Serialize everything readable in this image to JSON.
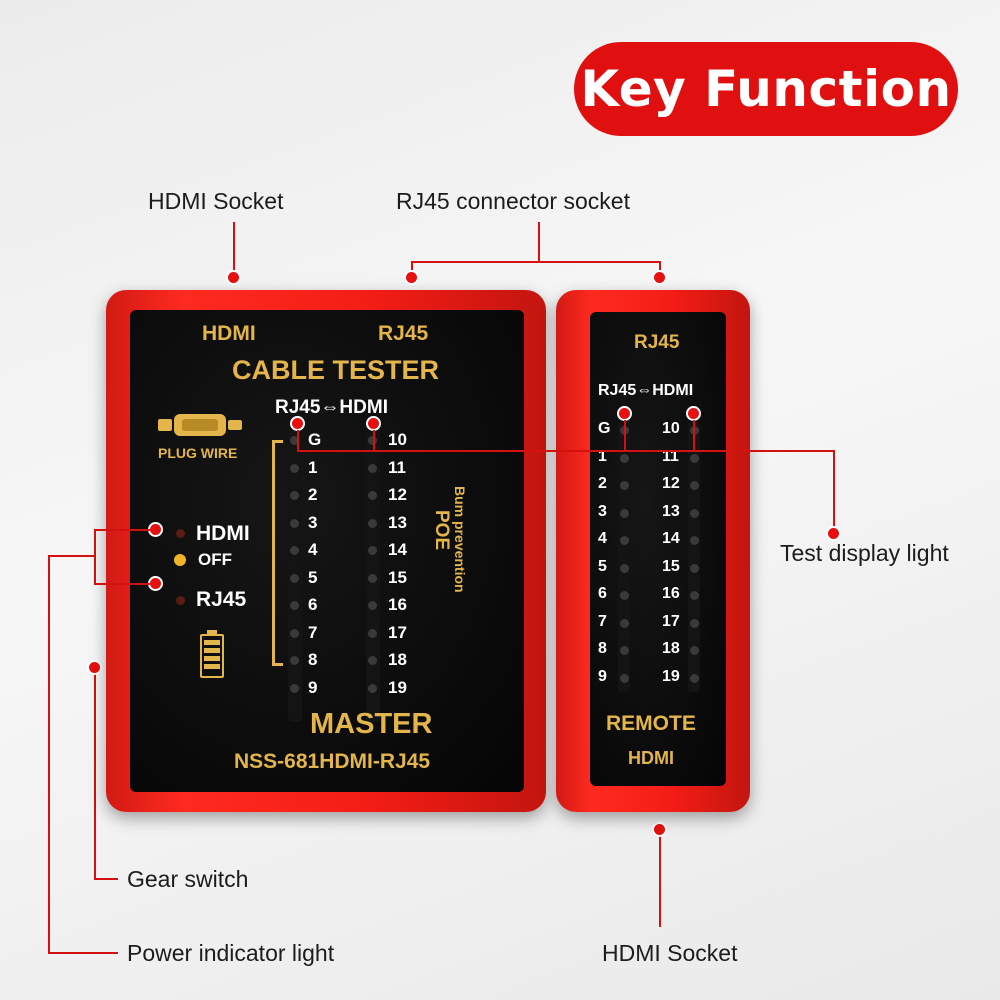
{
  "banner": {
    "title": "Key Function"
  },
  "callouts": {
    "hdmi_socket_top": "HDMI Socket",
    "rj45_socket": "RJ45 connector socket",
    "test_display": "Test display light",
    "gear_switch": "Gear switch",
    "power_indicator": "Power indicator light",
    "hdmi_socket_bottom": "HDMI Socket"
  },
  "master": {
    "hdmi": "HDMI",
    "rj45": "RJ45",
    "title": "CABLE TESTER",
    "mode": "RJ45⇔HDMI",
    "plug_wire": "PLUG WIRE",
    "switch_hdmi": "HDMI",
    "switch_off": "OFF",
    "switch_rj45": "RJ45",
    "poe": "POE",
    "burn": "Bum prevention",
    "name": "MASTER",
    "model": "NSS-681HDMI-RJ45",
    "left_numbers": [
      "G",
      "1",
      "2",
      "3",
      "4",
      "5",
      "6",
      "7",
      "8",
      "9"
    ],
    "right_numbers": [
      "10",
      "11",
      "12",
      "13",
      "14",
      "15",
      "16",
      "17",
      "18",
      "19"
    ]
  },
  "remote": {
    "rj45": "RJ45",
    "mode": "RJ45⇔HDMI",
    "name": "REMOTE",
    "hdmi": "HDMI",
    "left_numbers": [
      "G",
      "1",
      "2",
      "3",
      "4",
      "5",
      "6",
      "7",
      "8",
      "9"
    ],
    "right_numbers": [
      "10",
      "11",
      "12",
      "13",
      "14",
      "15",
      "16",
      "17",
      "18",
      "19"
    ]
  },
  "colors": {
    "accent": "#e01010",
    "gold": "#e3b54a",
    "panel": "#050505"
  }
}
